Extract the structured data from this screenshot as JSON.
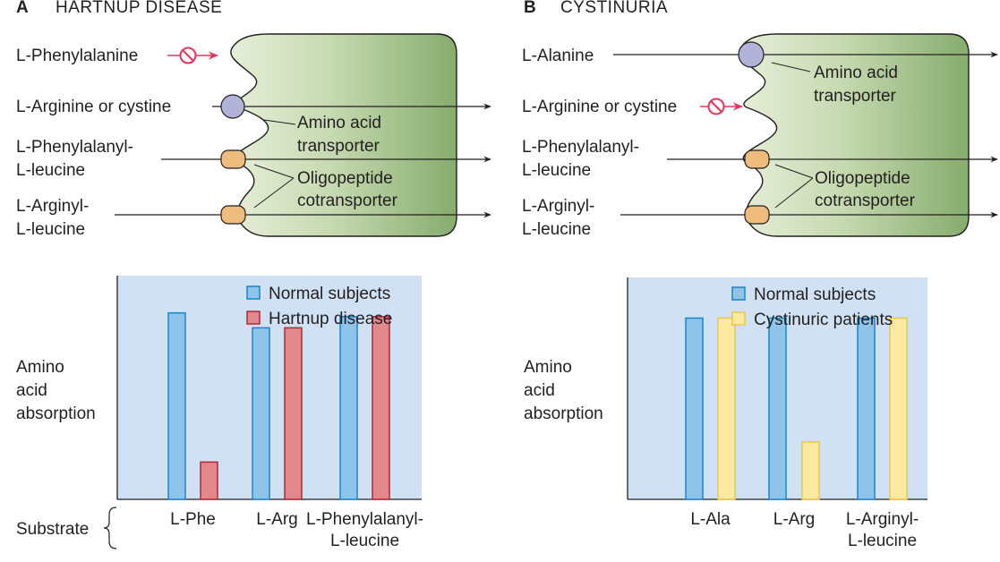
{
  "panels": {
    "a": {
      "letter": "A",
      "title": "HARTNUP DISEASE",
      "substrates": [
        {
          "label": "L-Phenylalanine",
          "blocked": true
        },
        {
          "label": "L-Arginine or cystine",
          "blocked": false
        },
        {
          "label_line1": "L-Phenylalanyl-",
          "label_line2": "L-leucine",
          "blocked": false
        },
        {
          "label_line1": "L-Arginyl-",
          "label_line2": "L-leucine",
          "blocked": false
        }
      ],
      "transporter_labels": {
        "amino_line1": "Amino acid",
        "amino_line2": "transporter",
        "oligo_line1": "Oligopeptide",
        "oligo_line2": "cotransporter"
      }
    },
    "b": {
      "letter": "B",
      "title": "CYSTINURIA",
      "substrates": [
        {
          "label": "L-Alanine",
          "blocked": false
        },
        {
          "label": "L-Arginine or cystine",
          "blocked": true
        },
        {
          "label_line1": "L-Phenylalanyl-",
          "label_line2": "L-leucine",
          "blocked": false
        },
        {
          "label_line1": "L-Arginyl-",
          "label_line2": "L-leucine",
          "blocked": false
        }
      ],
      "transporter_labels": {
        "amino_line1": "Amino acid",
        "amino_line2": "transporter",
        "oligo_line1": "Oligopeptide",
        "oligo_line2": "cotransporter"
      }
    }
  },
  "labels": {
    "substrate": "Substrate"
  },
  "colors": {
    "cell_light": "#e4ecd6",
    "cell_dark": "#86ac6e",
    "transporter_amino": "#b3b3d9",
    "transporter_oligo": "#eebd7e",
    "block": "#e8345a",
    "plot_bg": "#cfe1f2",
    "normal": "#8ec3ea",
    "normal_edge": "#1f84c8",
    "hartnup": "#e0888c",
    "hartnup_edge": "#b3283a",
    "cystinuric": "#fde9a0",
    "cystinuric_edge": "#e8c94a"
  },
  "chart_data": [
    {
      "type": "bar",
      "title": "",
      "ylabel": "Amino acid absorption",
      "xlabel": "Substrate",
      "categories": [
        "L-Phe",
        "L-Arg",
        "L-Phenylalanyl-L-leucine"
      ],
      "category_lines": [
        [
          "L-Phe"
        ],
        [
          "L-Arg"
        ],
        [
          "L-Phenylalanyl-",
          "L-leucine"
        ]
      ],
      "series": [
        {
          "name": "Normal subjects",
          "values": [
            100,
            92,
            98
          ]
        },
        {
          "name": "Hartnup disease",
          "values": [
            20,
            92,
            98
          ]
        }
      ],
      "ylim": [
        0,
        120
      ],
      "legend": "top-right",
      "grid": false
    },
    {
      "type": "bar",
      "title": "",
      "ylabel": "Amino acid absorption",
      "xlabel": "",
      "categories": [
        "L-Ala",
        "L-Arg",
        "L-Arginyl-L-leucine"
      ],
      "category_lines": [
        [
          "L-Ala"
        ],
        [
          "L-Arg"
        ],
        [
          "L-Arginyl-",
          "L-leucine"
        ]
      ],
      "series": [
        {
          "name": "Normal subjects",
          "values": [
            98,
            98,
            98
          ]
        },
        {
          "name": "Cystinuric patients",
          "values": [
            98,
            31,
            98
          ]
        }
      ],
      "ylim": [
        0,
        120
      ],
      "legend": "top-right",
      "grid": false
    }
  ]
}
